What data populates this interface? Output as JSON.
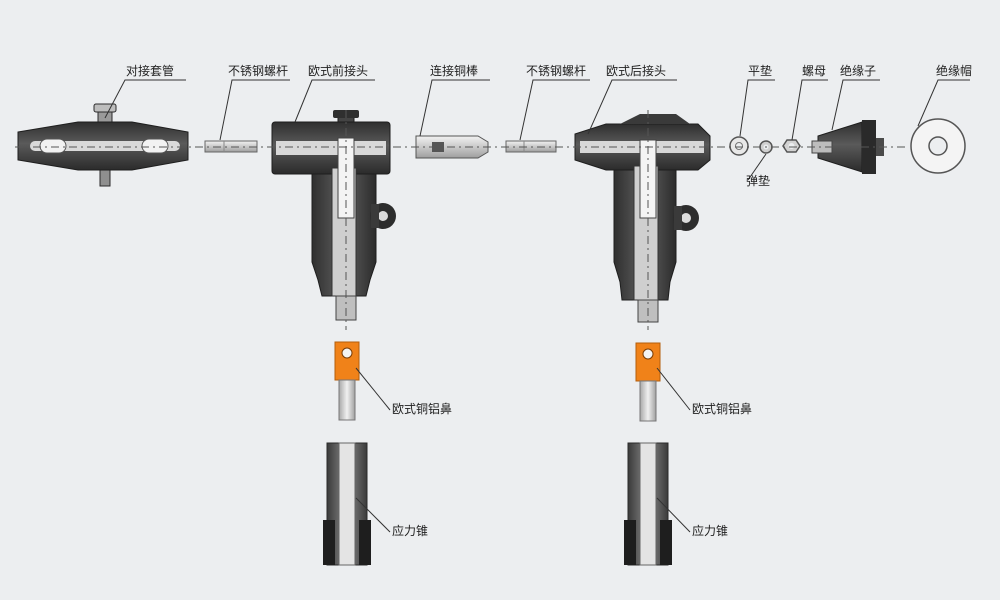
{
  "colors": {
    "background": "#eceef0",
    "body_dark": "#3f3f3f",
    "body_mid": "#6b6b6b",
    "body_light": "#d6d6d6",
    "lug_orange": "#f08219",
    "leader": "#333333"
  },
  "labels": {
    "connector_sleeve": "对接套管",
    "ss_bolt_front": "不锈钢螺杆",
    "front_connector": "欧式前接头",
    "copper_rod": "连接铜棒",
    "ss_bolt_rear": "不锈钢螺杆",
    "rear_connector": "欧式后接头",
    "flat_washer": "平垫",
    "nut": "螺母",
    "insulator": "绝缘子",
    "insulating_cap": "绝缘帽",
    "spring_washer": "弹垫",
    "lug_left": "欧式铜铝鼻",
    "lug_right": "欧式铜铝鼻",
    "stress_cone_left": "应力锥",
    "stress_cone_right": "应力锥"
  }
}
